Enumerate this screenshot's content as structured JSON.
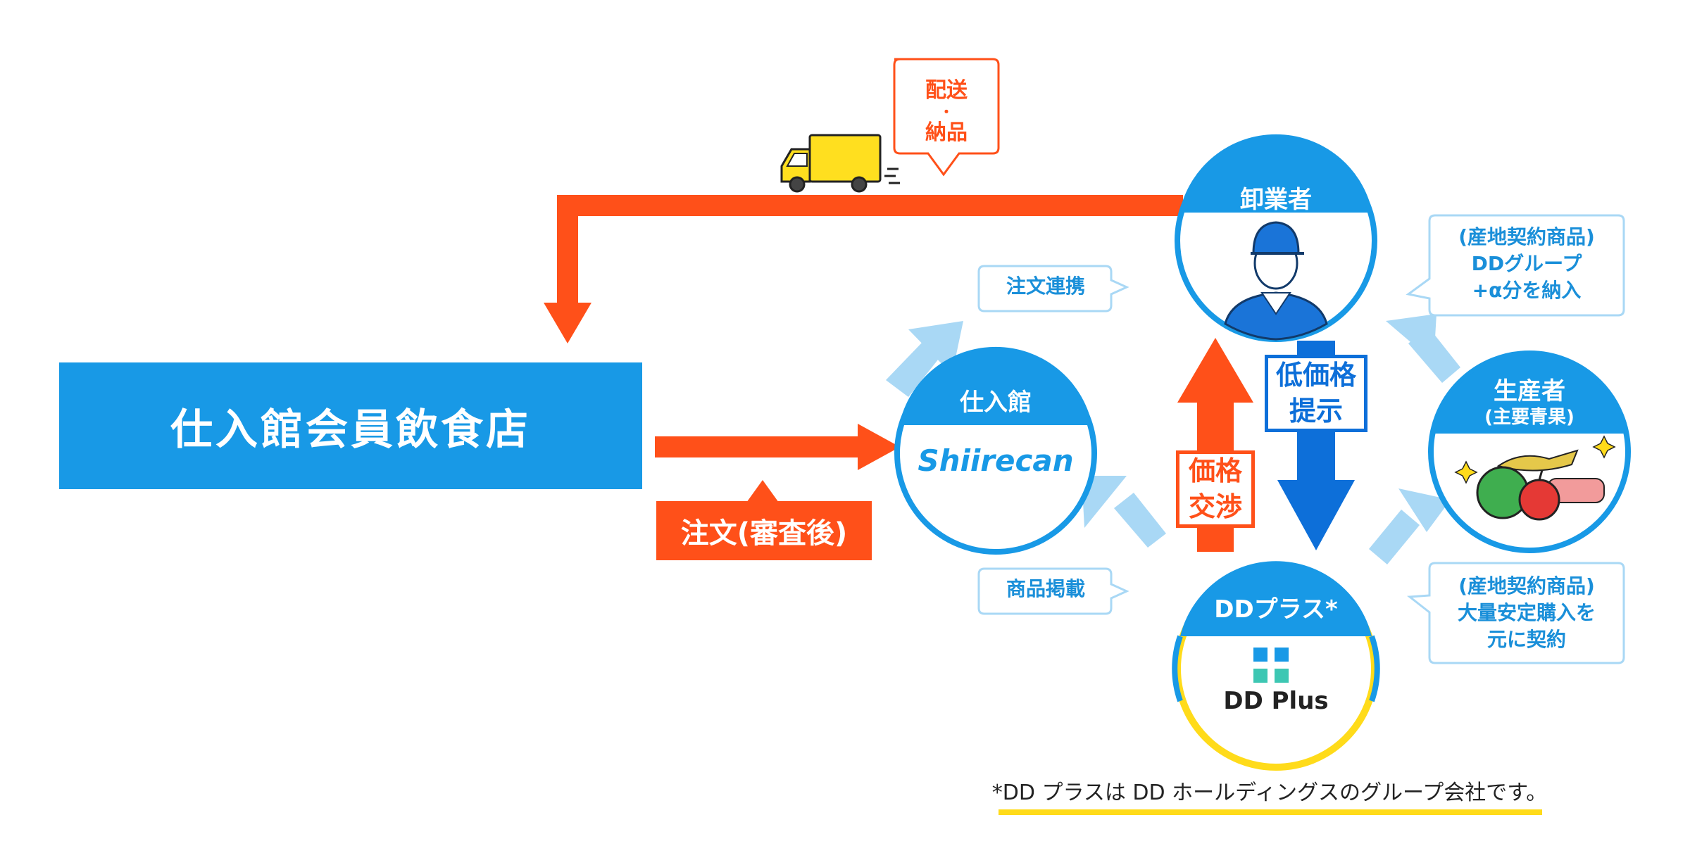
{
  "restaurant": {
    "title": "仕入館会員飲食店"
  },
  "order_label": "注文(審査後)",
  "delivery": {
    "line1": "配送",
    "dot": "・",
    "line2": "納品"
  },
  "nodes": {
    "shiirekan": {
      "title": "仕入館",
      "logo": "Shiirecan"
    },
    "wholesaler": {
      "title": "卸業者"
    },
    "producer": {
      "title": "生産者",
      "subtitle": "(主要青果)"
    },
    "ddplus": {
      "title": "DDプラス*",
      "logo": "DD Plus"
    }
  },
  "callouts": {
    "order_link": "注文連携",
    "product_listing": "商品掲載",
    "producer_to_wholesaler": [
      "(産地契約商品)",
      "DDグループ",
      "+α分を納入"
    ],
    "producer_to_ddplus": [
      "(産地契約商品)",
      "大量安定購入を",
      "元に契約"
    ]
  },
  "arrows": {
    "price_negotiation": [
      "価格",
      "交渉"
    ],
    "low_price_offer": [
      "低価格",
      "提示"
    ]
  },
  "footnote": "*DD プラスは DD ホールディングスのグループ会社です。",
  "colors": {
    "blue": "#1899e6",
    "orange": "#ff5019",
    "light_blue": "#a9d8f5",
    "dark_blue": "#0d6fd9",
    "yellow": "#ffdb1a"
  },
  "icons": [
    "spoon-icon",
    "plate-icon",
    "fork-icon",
    "truck-icon",
    "worker-icon",
    "produce-icon",
    "dd-plus-logo-icon"
  ]
}
